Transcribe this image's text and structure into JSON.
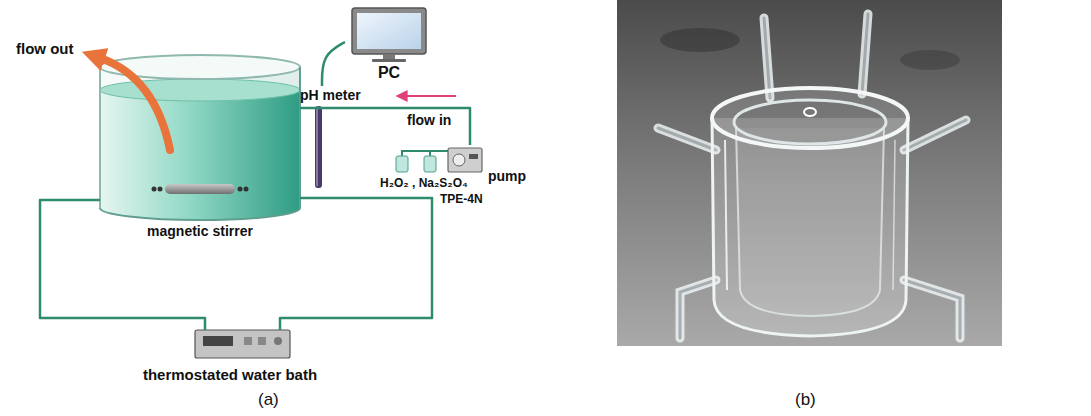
{
  "diagram": {
    "nodes": [
      {
        "text": [
          "magnetic stirrer"
        ]
      },
      {
        "text": [
          "PC"
        ]
      },
      {
        "text": [
          "pH meter"
        ]
      },
      {
        "text": [
          "pump"
        ]
      },
      {
        "text": [
          "thermostated water bath"
        ]
      }
    ],
    "edges": [
      {
        "from": 2,
        "to": 1,
        "arrow": "none"
      },
      {
        "from": 3,
        "to": 0,
        "label": "flow in",
        "arrow": "none"
      },
      {
        "from": 0,
        "to": 4,
        "arrow": "none"
      },
      {
        "from": 4,
        "to": 0,
        "arrow": "none"
      }
    ],
    "labels": [
      "flow out",
      "H₂O₂ , Na₂S₂O₄",
      "TPE-4N",
      "(a)",
      "(b)"
    ]
  }
}
